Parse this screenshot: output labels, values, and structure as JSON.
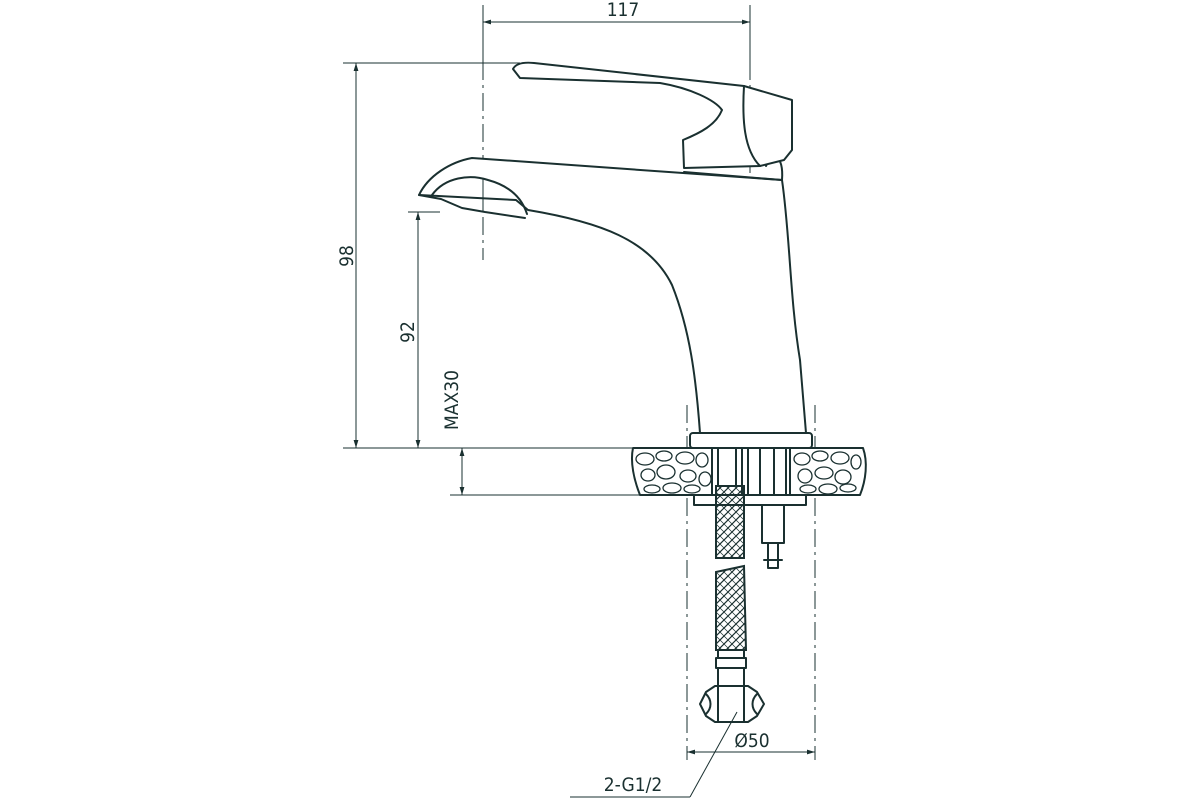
{
  "dimensions": {
    "width_top": "117",
    "height_total": "98",
    "height_spout": "92",
    "max_thickness": "MAX30",
    "hole_diameter": "Ø50",
    "connection": "2-G1/2"
  },
  "colors": {
    "line": "#1a3030",
    "background": "#ffffff"
  }
}
